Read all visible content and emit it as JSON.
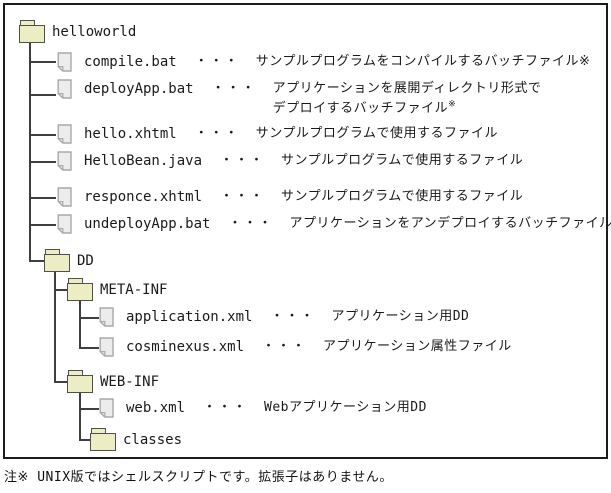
{
  "colors": {
    "folder_fill": "#EDEDC3",
    "folder_border": "#4F4F4F",
    "file_fill": "#ECECEC",
    "file_border": "#A9A9A9",
    "tree_line": "#3F3F3F",
    "frame_border": "#1C1C1C",
    "text": "#1A1A1A"
  },
  "tree": {
    "nodes": [
      {
        "type": "folder",
        "label": "helloworld"
      },
      {
        "type": "file",
        "label": "compile.bat",
        "dots": "・・・",
        "desc": "サンプルプログラムをコンパイルするバッチファイル※"
      },
      {
        "type": "file",
        "label": "deployApp.bat",
        "dots": "・・・",
        "desc": "アプリケーションを展開ディレクトリ形式で",
        "desc2": "デプロイするバッチファイル",
        "sup": "※"
      },
      {
        "type": "file",
        "label": "hello.xhtml",
        "dots": "・・・",
        "desc": "サンプルプログラムで使用するファイル"
      },
      {
        "type": "file",
        "label": "HelloBean.java",
        "dots": "・・・",
        "desc": "サンプルプログラムで使用するファイル"
      },
      {
        "type": "file",
        "label": "responce.xhtml",
        "dots": "・・・",
        "desc": "サンプルプログラムで使用するファイル"
      },
      {
        "type": "file",
        "label": "undeployApp.bat",
        "dots": "・・・",
        "desc": "アプリケーションをアンデプロイするバッチファイル",
        "sup": "※"
      },
      {
        "type": "folder",
        "label": "DD"
      },
      {
        "type": "folder",
        "label": "META-INF"
      },
      {
        "type": "file",
        "label": "application.xml",
        "dots": "・・・",
        "desc": "アプリケーション用DD"
      },
      {
        "type": "file",
        "label": "cosminexus.xml",
        "dots": "・・・",
        "desc": "アプリケーション属性ファイル"
      },
      {
        "type": "folder",
        "label": "WEB-INF"
      },
      {
        "type": "file",
        "label": "web.xml",
        "dots": "・・・",
        "desc": "Webアプリケーション用DD"
      },
      {
        "type": "folder",
        "label": "classes"
      }
    ]
  },
  "note": {
    "text": "注※ UNIX版ではシェルスクリプトです。拡張子はありません。"
  }
}
